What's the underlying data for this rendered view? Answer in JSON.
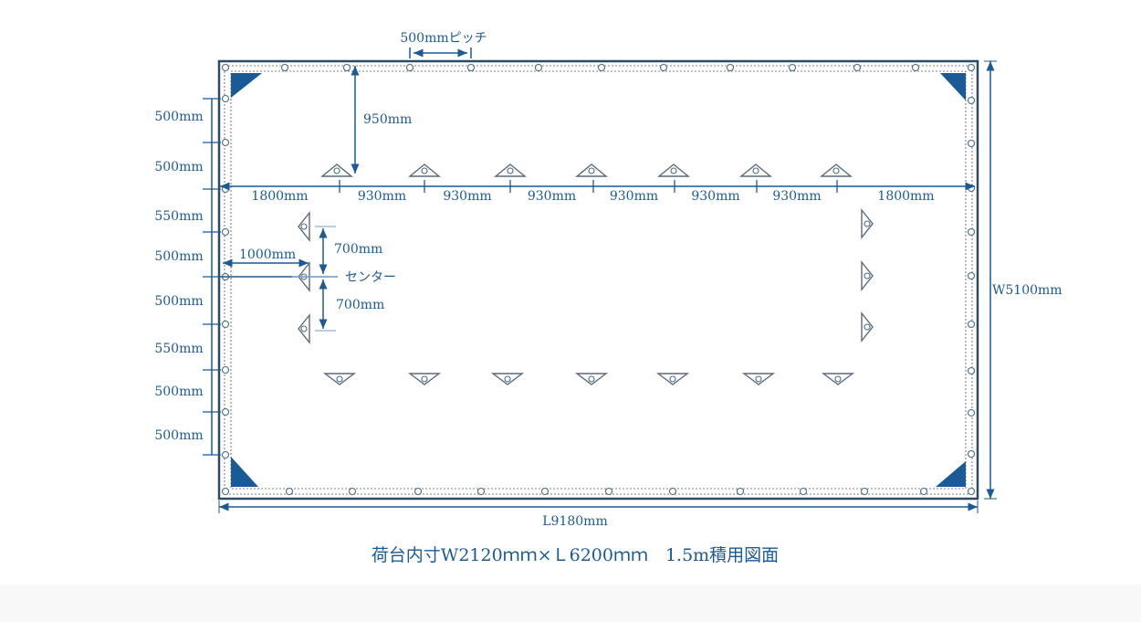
{
  "colors": {
    "accent": "#1a5a96",
    "frame": "#2b4a63",
    "fitting": "#6a7a8c"
  },
  "labels": {
    "pitch": "500mmピッチ",
    "top_offset": "950mm",
    "horizontal": [
      "1800mm",
      "930mm",
      "930mm",
      "930mm",
      "930mm",
      "930mm",
      "930mm",
      "1800mm"
    ],
    "left_side": [
      "500mm",
      "500mm",
      "550mm",
      "500mm",
      "500mm",
      "550mm",
      "500mm",
      "500mm"
    ],
    "inner_offset": "1000mm",
    "upper_700": "700mm",
    "lower_700": "700mm",
    "center": "センター",
    "width": "W5100mm",
    "length": "L9180mm"
  },
  "caption": "荷台内寸W2120ｍｍ×Ｌ6200ｍｍ　1.5m積用図面"
}
